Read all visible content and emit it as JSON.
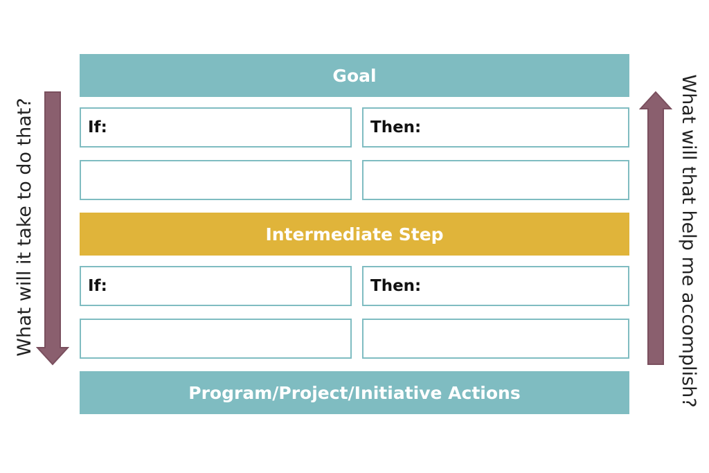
{
  "goal": {
    "label": "Goal"
  },
  "upper_pair": {
    "if_label": "If:",
    "then_label": "Then:"
  },
  "intermediate": {
    "label": "Intermediate Step"
  },
  "lower_pair": {
    "if_label": "If:",
    "then_label": "Then:"
  },
  "actions": {
    "label": "Program/Project/Initiative Actions"
  },
  "side_labels": {
    "left": "What will it take to do that?",
    "right": "What will that help me accomplish?"
  },
  "colors": {
    "teal": "#7fbcc1",
    "gold": "#e0b43a",
    "arrow": "#8a5f6e",
    "arrow_outline": "#7a4f5e"
  }
}
